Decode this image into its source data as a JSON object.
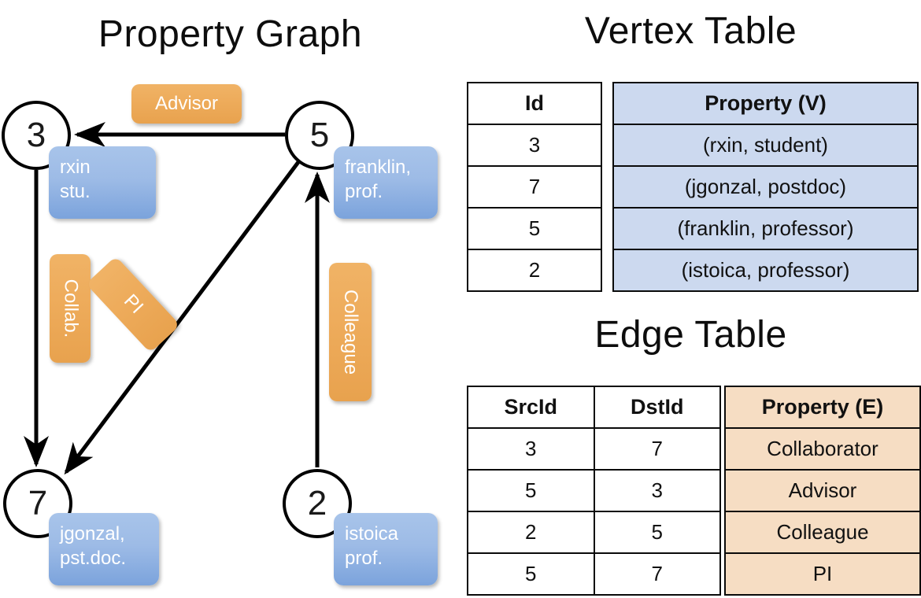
{
  "titles": {
    "property_graph": "Property Graph",
    "vertex_table": "Vertex Table",
    "edge_table": "Edge Table"
  },
  "colors": {
    "vertex_property_fill": "#ccd9ef",
    "edge_property_fill": "#f6ddc3",
    "node_box_blue": "#9dbbe6",
    "edge_label_orange": "#eeac5c",
    "stroke": "#000000",
    "background": "#ffffff"
  },
  "graph": {
    "nodes": [
      {
        "id": "3",
        "label": "3",
        "property_lines": [
          "rxin",
          "stu."
        ]
      },
      {
        "id": "5",
        "label": "5",
        "property_lines": [
          "franklin,",
          "prof."
        ]
      },
      {
        "id": "7",
        "label": "7",
        "property_lines": [
          "jgonzal,",
          "pst.doc."
        ]
      },
      {
        "id": "2",
        "label": "2",
        "property_lines": [
          "istoica",
          "prof."
        ]
      }
    ],
    "edge_labels": [
      {
        "name": "advisor",
        "text": "Advisor",
        "orientation": "horizontal"
      },
      {
        "name": "collab",
        "text": "Collab.",
        "orientation": "vertical"
      },
      {
        "name": "pi",
        "text": "PI",
        "orientation": "diagonal"
      },
      {
        "name": "colleague",
        "text": "Colleague",
        "orientation": "vertical"
      }
    ],
    "edges": [
      {
        "src": "5",
        "dst": "3",
        "label": "Advisor"
      },
      {
        "src": "3",
        "dst": "7",
        "label": "Collab."
      },
      {
        "src": "5",
        "dst": "7",
        "label": "PI"
      },
      {
        "src": "2",
        "dst": "5",
        "label": "Colleague"
      }
    ]
  },
  "vertex_table": {
    "headers": {
      "id": "Id",
      "property": "Property (V)"
    },
    "rows": [
      {
        "id": "3",
        "property": "(rxin, student)"
      },
      {
        "id": "7",
        "property": "(jgonzal, postdoc)"
      },
      {
        "id": "5",
        "property": "(franklin, professor)"
      },
      {
        "id": "2",
        "property": "(istoica, professor)"
      }
    ]
  },
  "edge_table": {
    "headers": {
      "src": "SrcId",
      "dst": "DstId",
      "property": "Property (E)"
    },
    "rows": [
      {
        "src": "3",
        "dst": "7",
        "property": "Collaborator"
      },
      {
        "src": "5",
        "dst": "3",
        "property": "Advisor"
      },
      {
        "src": "2",
        "dst": "5",
        "property": "Colleague"
      },
      {
        "src": "5",
        "dst": "7",
        "property": "PI"
      }
    ]
  }
}
